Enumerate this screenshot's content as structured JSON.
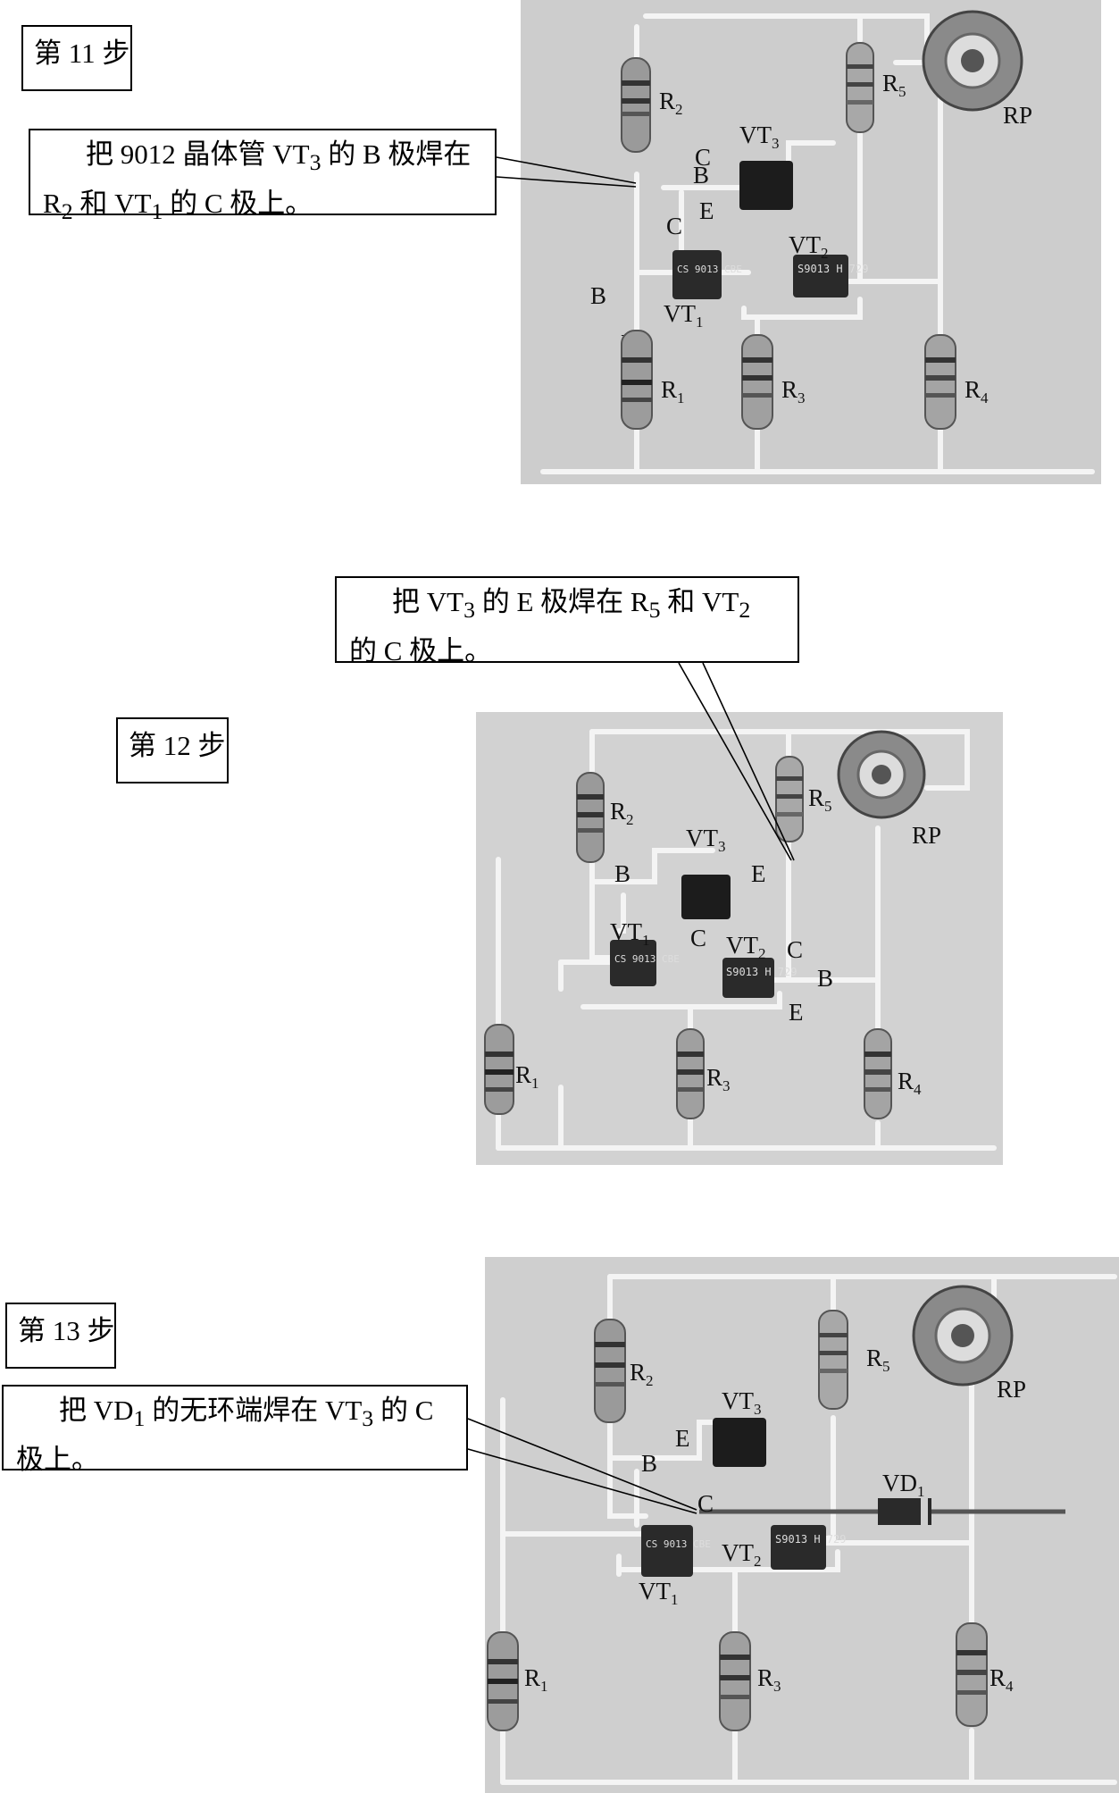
{
  "steps": [
    {
      "step_label": "第 11 步",
      "instruction": {
        "prefix": "把 9012 晶体管 VT",
        "sub1": "3",
        "mid": " 的 B 极焊在 R",
        "sub2": "2",
        "mid2": " 和 VT",
        "sub3": "1",
        "suffix": " 的 C 极上。"
      }
    },
    {
      "step_label": "第 12 步",
      "instruction": {
        "prefix": "把 VT",
        "sub1": "3",
        "mid": " 的 E 极焊在 R",
        "sub2": "5",
        "mid2": " 和 VT",
        "sub3": "2",
        "suffix": " 的 C 极上。"
      }
    },
    {
      "step_label": "第 13 步",
      "instruction": {
        "prefix": "把 VD",
        "sub1": "1",
        "mid": " 的无环端焊在 VT",
        "sub2": "3",
        "suffix": " 的 C 极上。"
      }
    }
  ],
  "labels": {
    "R": "R",
    "VT": "VT",
    "VD": "VD",
    "RP": "RP",
    "B": "B",
    "C": "C",
    "E": "E",
    "n1": "1",
    "n2": "2",
    "n3": "3",
    "n4": "4",
    "n5": "5",
    "vt1_mark": "CS 9013 CBE",
    "vt2_mark": "S9013 H 729"
  }
}
